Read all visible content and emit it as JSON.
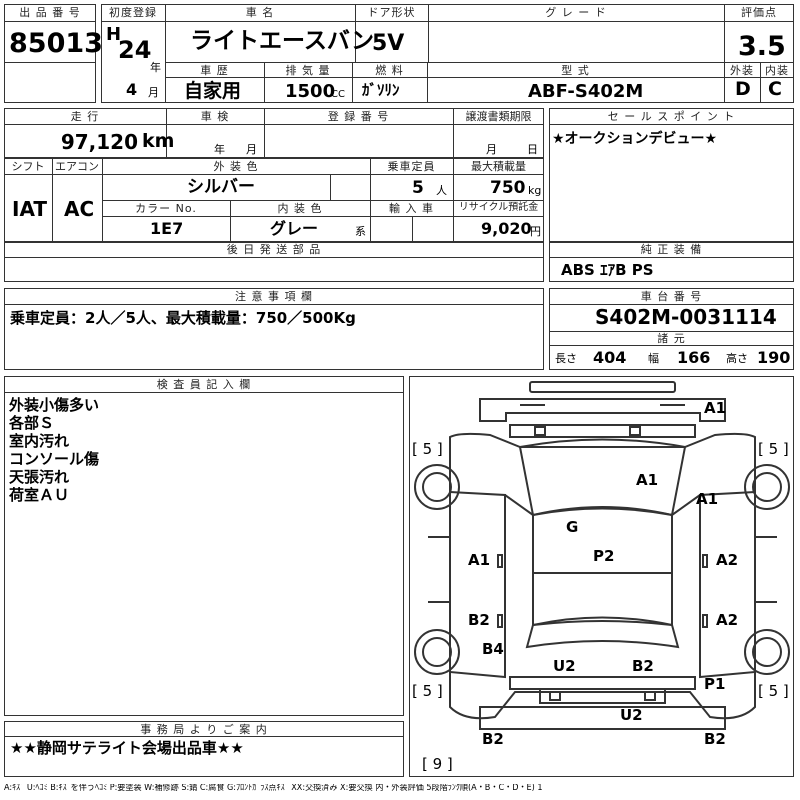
{
  "header": {
    "lot_label": "出 品 番 号",
    "lot_no": "85013",
    "reg_label": "初度登録",
    "era": "H",
    "year": "24",
    "year_unit": "年",
    "month": "4",
    "month_unit": "月",
    "name_label": "車 名",
    "car_name": "ライトエースバン",
    "door_label": "ドア形状",
    "door": "5V",
    "grade_label": "グ レ ー ド",
    "grade": "",
    "score_label": "評価点",
    "score": "3.5",
    "ext_label": "外装",
    "int_label": "内装",
    "ext_score": "D",
    "int_score": "C",
    "history_label": "車 歴",
    "history": "自家用",
    "disp_label": "排 気 量",
    "displacement": "1500",
    "disp_unit": "CC",
    "fuel_label": "燃 料",
    "fuel": "ｶﾞｿﾘﾝ",
    "model_label": "型 式",
    "model": "ABF-S402M"
  },
  "row2": {
    "mileage_label": "走 行",
    "mileage": "97,120",
    "mileage_unit": "km",
    "inspection_label": "車 検",
    "insp_year_unit": "年",
    "insp_month_unit": "月",
    "regno_label": "登 録 番 号",
    "regno": "",
    "transfer_label": "譲渡書類期限",
    "transfer_month_unit": "月",
    "transfer_day_unit": "日",
    "sales_label": "セ ー ル ス ポ イ ン ト",
    "sales_point": "★オークションデビュー★"
  },
  "row3": {
    "shift_label": "シフト",
    "ac_label": "エアコン",
    "shift": "IAT",
    "ac": "AC",
    "ext_color_label": "外 装 色",
    "ext_color": "シルバー",
    "capacity_label": "乗車定員",
    "capacity": "5",
    "capacity_unit": "人",
    "load_label": "最大積載量",
    "load": "750",
    "load_unit": "kg",
    "color_no_label": "カラー No.",
    "color_no": "1E7",
    "int_color_label": "内 装 色",
    "int_color": "グレー",
    "int_color_unit": "系",
    "import_label": "輸 入 車",
    "recycle_label": "リサイクル預託金",
    "recycle": "9,020",
    "recycle_unit": "円"
  },
  "later_parts_label": "後 日 発 送 部 品",
  "genuine_label": "純 正 装 備",
  "genuine": "ABS ｴｱB PS",
  "notes_label": "注 意 事 項 欄",
  "notes": "乗車定員：2人／5人、最大積載量：750／500Kg",
  "chassis_label": "車 台 番 号",
  "chassis": "S402M-0031114",
  "specs_label": "諸 元",
  "specs": {
    "length_label": "長さ",
    "length": "404",
    "width_label": "幅",
    "width": "166",
    "height_label": "高さ",
    "height": "190"
  },
  "inspector_label": "検 査 員 記 入 欄",
  "inspector_lines": [
    "外装小傷多い",
    "各部Ｓ",
    "室内汚れ",
    "コンソール傷",
    "天張汚れ",
    "荷室ＡＵ"
  ],
  "office_label": "事 務 局 よ り ご 案 内",
  "office_note": "★★静岡サテライト会場出品車★★",
  "diagram": {
    "marks": [
      "A1",
      "A1",
      "A1",
      "A1",
      "G",
      "P2",
      "A2",
      "B2",
      "A2",
      "B4",
      "U2",
      "B2",
      "P1",
      "U2",
      "B2",
      "B2"
    ],
    "tire_left_top": "[ 5 ]",
    "tire_right_top": "[ 5 ]",
    "tire_left_bottom": "[ 5 ]",
    "tire_right_bottom": "[ 5 ]",
    "spare": "[ 9 ]"
  },
  "legend": "A:ｷｽﾞ U:ﾍｺﾐ B:ｷｽﾞを伴うﾍｺﾐ P:要塗装 W:補修跡 S:錆 C:腐食 G:ﾌﾛﾝﾄｶﾞﾗｽ点ｷｽﾞ XX:交換済み X:要交換 内・外装評価 5段階ﾗﾝｸ順(A・B・C・D・E) 1"
}
